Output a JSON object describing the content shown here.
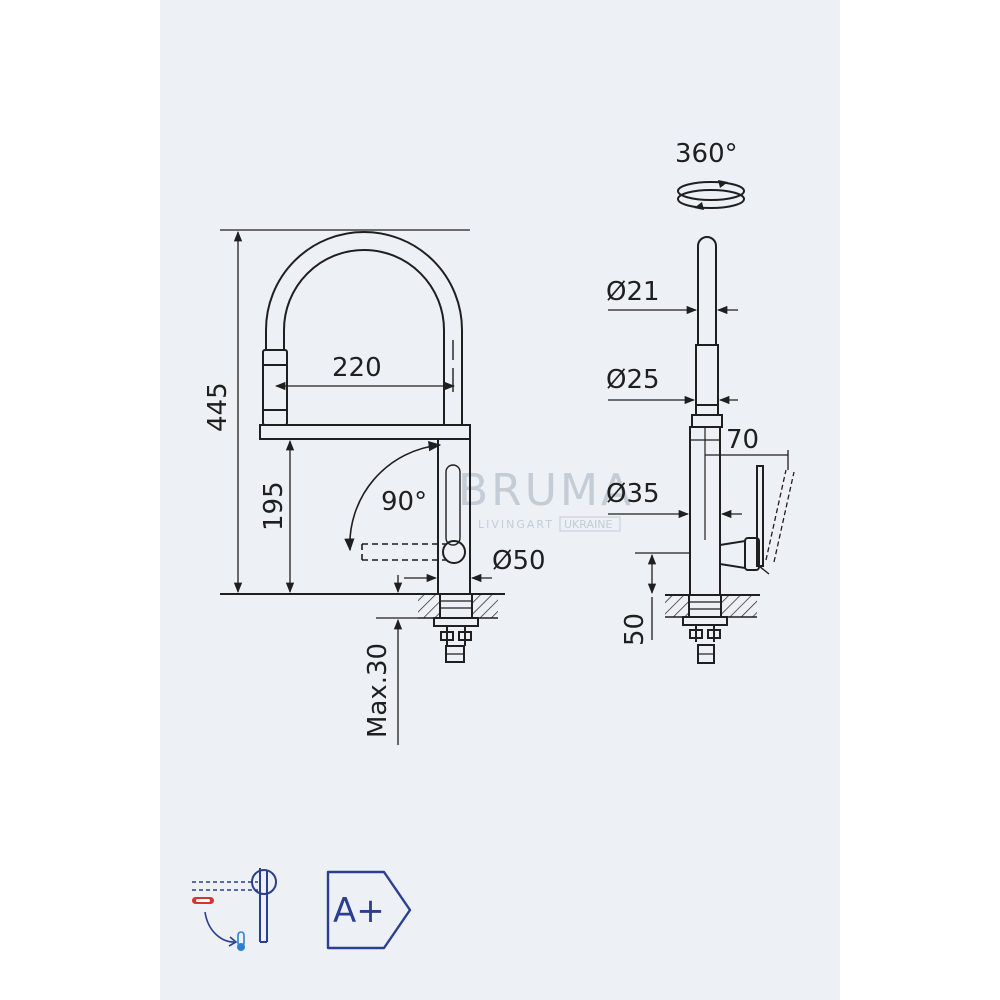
{
  "dimensions": {
    "height_total": "445",
    "spout_reach": "220",
    "body_height": "195",
    "base_diameter": "Ø50",
    "max_counter_thickness": "Max.30",
    "swivel_angle": "90°",
    "rotation": "360°",
    "spout_diameter": "Ø21",
    "hose_diameter": "Ø25",
    "body_diameter": "Ø35",
    "lever_reach": "70",
    "outlet_height": "50"
  },
  "watermark": {
    "brand": "BRUMA",
    "sub_prefix": "LIVINGART",
    "sub_box": "UKRAINE"
  },
  "badges": {
    "energy_class": "A+"
  },
  "colors": {
    "line": "#1f1f1f",
    "badge_blue": "#2a3f8f",
    "thermo_red": "#d9342b",
    "thermo_blue": "#2f7fd1",
    "sheet_bg": "#edf0f4"
  },
  "icons": [
    "rotation-arrows-icon",
    "cold-start-icon",
    "energy-class-badge-icon"
  ]
}
